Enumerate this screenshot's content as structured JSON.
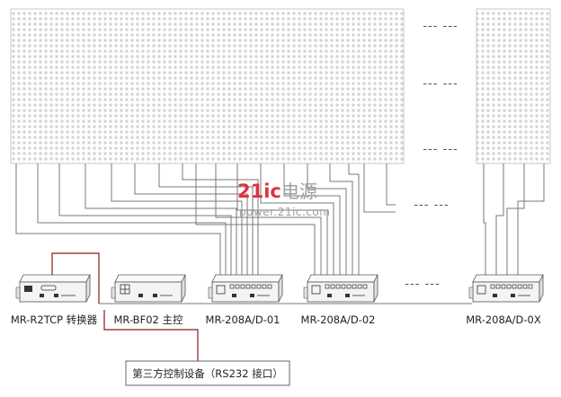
{
  "watermark": {
    "brand_number": "21ic",
    "brand_word": "电源",
    "url": "power.21ic.com",
    "color_number": "#d9343f",
    "color_word": "#9aa0a6"
  },
  "panel_dashes": [
    "--- ---",
    "--- ---",
    "--- ---"
  ],
  "mid_dashes": "--- ---",
  "device_dashes": "--- ---",
  "devices": [
    {
      "label": "MR-R2TCP 转换器"
    },
    {
      "label": "MR-BF02 主控"
    },
    {
      "label": "MR-208A/D-01"
    },
    {
      "label": "MR-208A/D-02"
    },
    {
      "label": "MR-208A/D-0X"
    }
  ],
  "third_party": {
    "label": "第三方控制设备（RS232 接口）"
  },
  "colors": {
    "panel_border": "#c9c9c9",
    "led_dot": "#d4d4d4",
    "wire": "#7a7a7a",
    "rs232_wire": "#8b1a1a",
    "device_body": "#f4f4f4",
    "device_stroke": "#555555"
  }
}
